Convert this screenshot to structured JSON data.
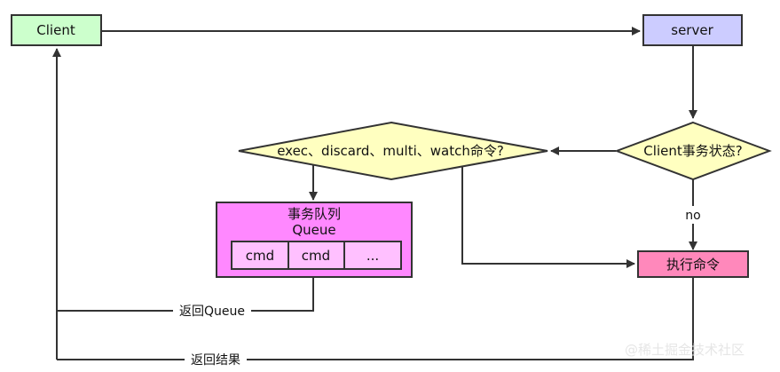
{
  "nodes": {
    "client": {
      "label": "Client",
      "fill": "#ccffcc",
      "stroke": "#333333"
    },
    "server": {
      "label": "server",
      "fill": "#ccccff",
      "stroke": "#333333"
    },
    "client_state": {
      "label": "Client事务状态?",
      "fill": "#ffffc0",
      "stroke": "#333333"
    },
    "command_check": {
      "label": "exec、discard、multi、watch命令?",
      "fill": "#ffffc0",
      "stroke": "#333333"
    },
    "transaction_queue": {
      "title": "事务队列",
      "subtitle": "Queue",
      "fill": "#ff88ff",
      "stroke": "#333333",
      "cells": [
        {
          "label": "cmd",
          "fill": "#ffc0ff"
        },
        {
          "label": "cmd",
          "fill": "#ffc0ff"
        },
        {
          "label": "...",
          "fill": "#ffc0ff"
        }
      ]
    },
    "execute": {
      "label": "执行命令",
      "fill": "#ff88bb",
      "stroke": "#333333"
    }
  },
  "edges": {
    "no_label": "no",
    "return_queue_label": "返回Queue",
    "return_result_label": "返回结果"
  },
  "watermark": {
    "text": "@稀土掘金技术社区"
  },
  "colors": {
    "line": "#333333"
  }
}
